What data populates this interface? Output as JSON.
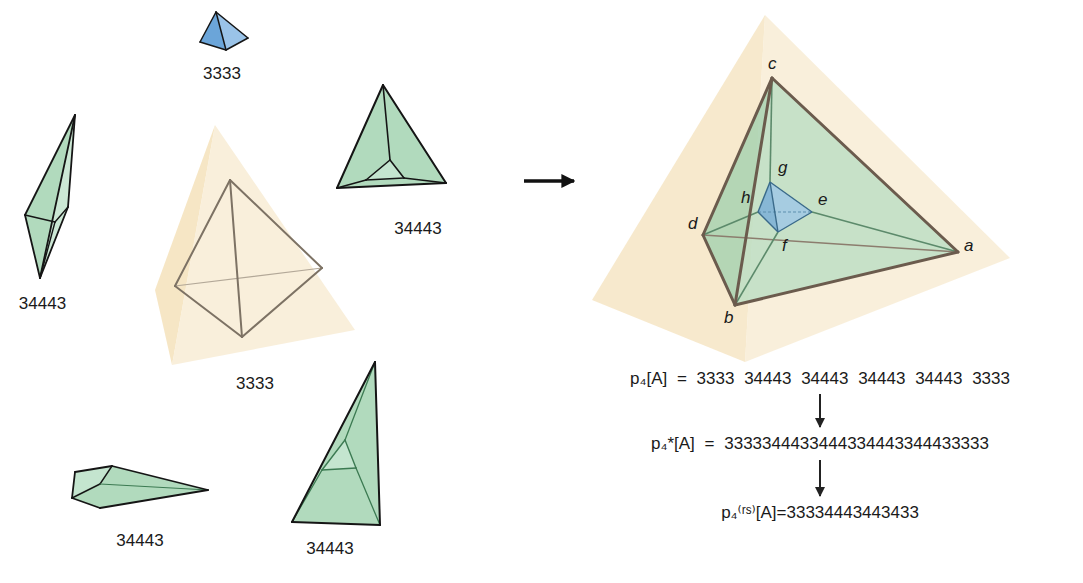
{
  "diagram": {
    "nodes": [
      {
        "text": [
          "3333"
        ]
      },
      {
        "text": [
          "34443"
        ]
      },
      {
        "text": [
          "34443"
        ]
      },
      {
        "text": [
          "3333"
        ]
      },
      {
        "text": [
          "34443"
        ]
      },
      {
        "text": [
          "34443"
        ]
      }
    ],
    "labels": [
      "c",
      "g",
      "h",
      "d",
      "e",
      "f",
      "a",
      "b",
      "p₄[A] = 3333 34443 34443 34443 34443 3333",
      "p₄*[A] = 3333344433444334443344433333",
      "p₄⁽ʳˢ⁾[A]=33334443443433"
    ]
  }
}
